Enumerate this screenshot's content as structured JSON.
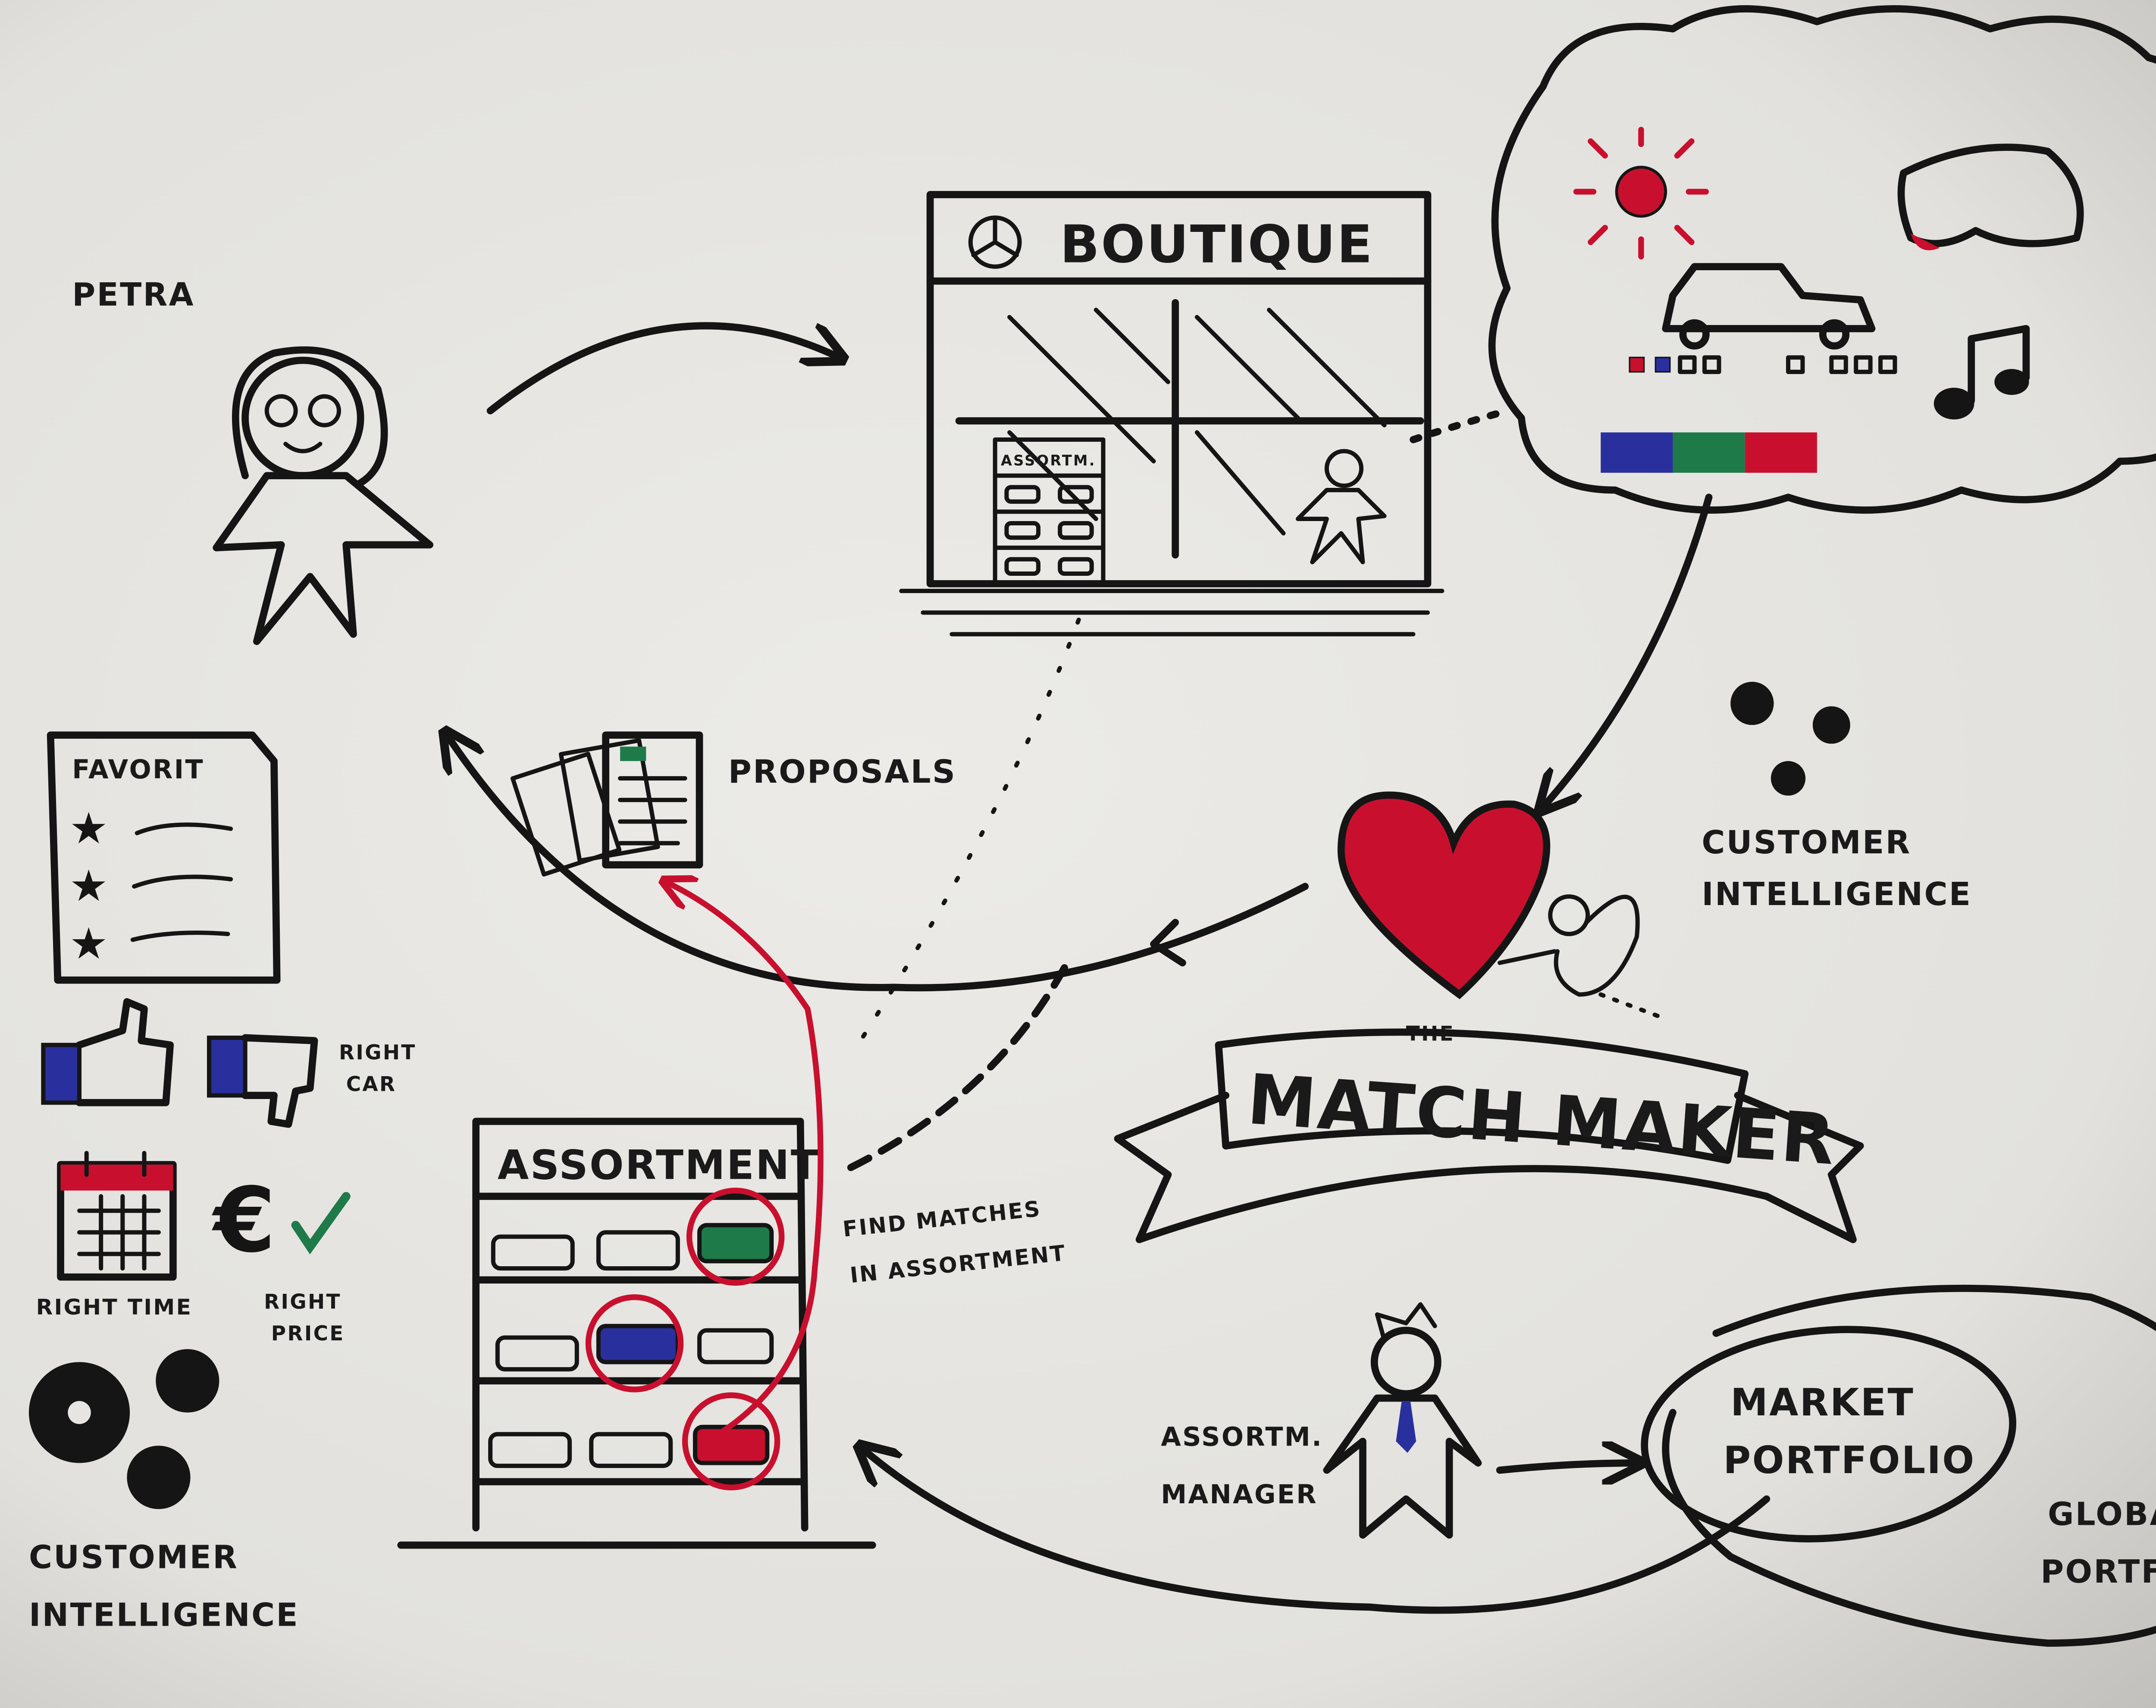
{
  "petra": {
    "name": "PETRA"
  },
  "boutique": {
    "title": "BOUTIQUE",
    "shelf_label": "ASSORTM."
  },
  "proposals": {
    "label": "PROPOSALS"
  },
  "favorites": {
    "title": "FAVORIT"
  },
  "feedback": {
    "right_car_1": "RIGHT",
    "right_car_2": "CAR",
    "right_time": "RIGHT TIME",
    "right_price_1": "RIGHT",
    "right_price_2": "PRICE",
    "euro_symbol": "€"
  },
  "customer_intelligence_left": {
    "line1": "CUSTOMER",
    "line2": "INTELLIGENCE"
  },
  "customer_intelligence_right": {
    "line1": "CUSTOMER",
    "line2": "INTELLIGENCE"
  },
  "match_maker": {
    "prefix": "THE",
    "title": "MATCH MAKER"
  },
  "assortment": {
    "title": "ASSORTMENT",
    "find_1": "FIND MATCHES",
    "find_2": "IN ASSORTMENT"
  },
  "manager": {
    "line1": "ASSORTM.",
    "line2": "MANAGER"
  },
  "market_portfolio": {
    "line1": "MARKET",
    "line2": "PORTFOLIO"
  },
  "global_portfolio": {
    "line1": "GLOBAL",
    "line2": "PORTFOLIO"
  },
  "colors": {
    "paper": "#e6e5e1",
    "ink": "#151515",
    "red": "#c8102e",
    "blue": "#2a2f9e",
    "green": "#1f7a4a"
  }
}
